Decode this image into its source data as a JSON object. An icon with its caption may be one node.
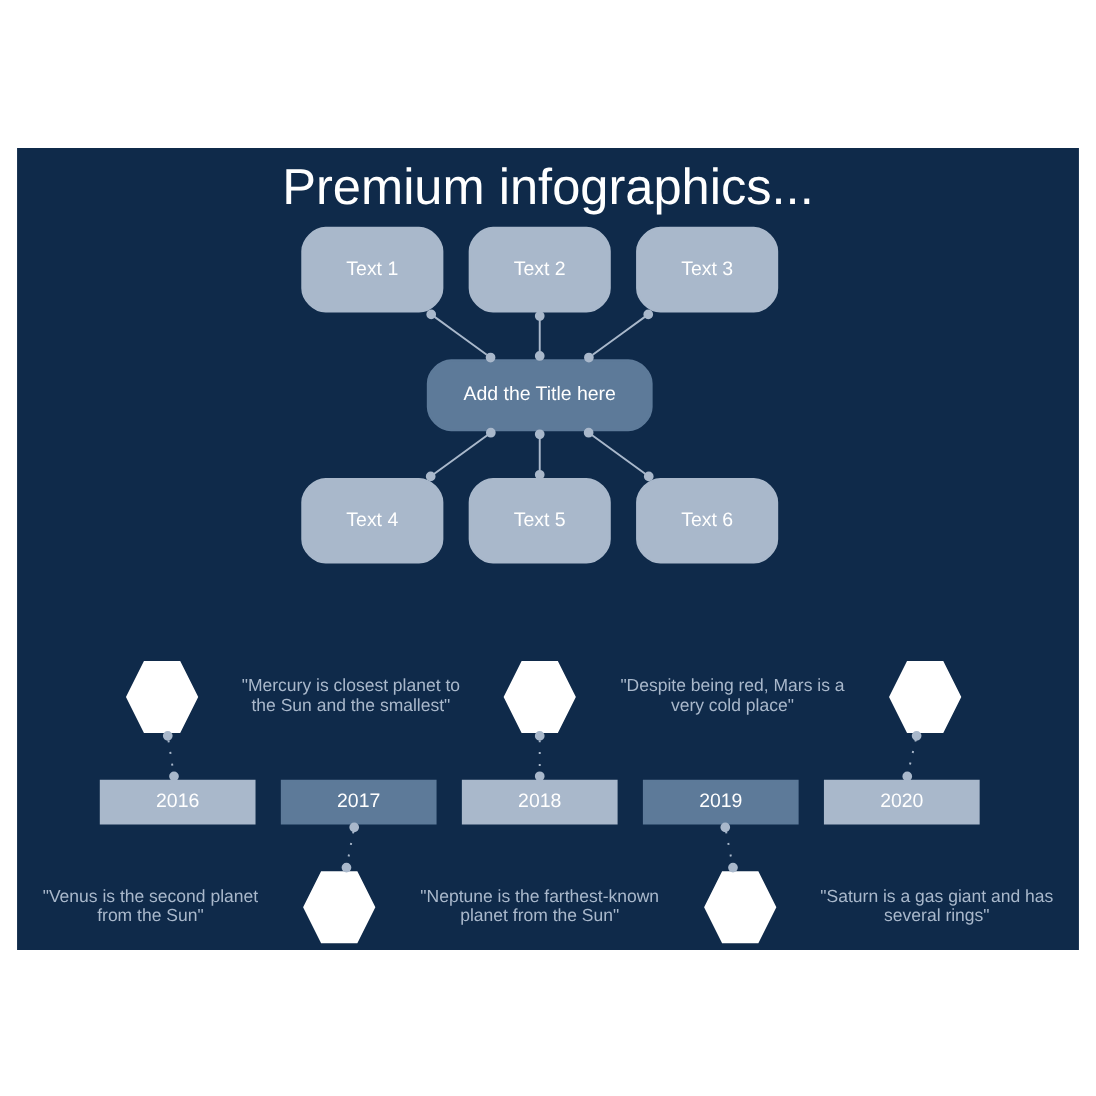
{
  "diagram": {
    "title": "Premium infographics...",
    "nodes": [
      {
        "text": [
          "Text 1"
        ]
      },
      {
        "text": [
          "Text 2"
        ]
      },
      {
        "text": [
          "Text 3"
        ]
      },
      {
        "text": [
          "Add the Title here"
        ]
      },
      {
        "text": [
          "Text 4"
        ]
      },
      {
        "text": [
          "Text 5"
        ]
      },
      {
        "text": [
          "Text 6"
        ]
      },
      {
        "text": [],
        "shape": "hexagon"
      },
      {
        "text": [],
        "shape": "hexagon"
      },
      {
        "text": [],
        "shape": "hexagon"
      },
      {
        "text": [
          "2016"
        ]
      },
      {
        "text": [
          "2017"
        ]
      },
      {
        "text": [
          "2018"
        ]
      },
      {
        "text": [
          "2019"
        ]
      },
      {
        "text": [
          "2020"
        ]
      },
      {
        "text": [],
        "shape": "hexagon"
      },
      {
        "text": [],
        "shape": "hexagon"
      }
    ],
    "edges": [
      {
        "from": 0,
        "to": 3,
        "arrow": "other"
      },
      {
        "from": 1,
        "to": 3,
        "arrow": "other"
      },
      {
        "from": 2,
        "to": 3,
        "arrow": "other"
      },
      {
        "from": 3,
        "to": 4,
        "arrow": "other"
      },
      {
        "from": 3,
        "to": 5,
        "arrow": "other"
      },
      {
        "from": 3,
        "to": 6,
        "arrow": "other"
      },
      {
        "from": 7,
        "to": 10,
        "arrow": "other",
        "style": "dashed"
      },
      {
        "from": 8,
        "to": 12,
        "arrow": "other",
        "style": "dashed"
      },
      {
        "from": 9,
        "to": 14,
        "arrow": "other",
        "style": "dashed"
      },
      {
        "from": 11,
        "to": 15,
        "arrow": "other",
        "style": "dashed"
      },
      {
        "from": 13,
        "to": 16,
        "arrow": "other",
        "style": "dashed"
      }
    ],
    "labels": [
      "\"Mercury is closest planet to the Sun and the smallest\"",
      "\"Despite being red, Mars is a very cold place\"",
      "\"Venus is the second planet from the Sun\"",
      "\"Neptune is the farthest-known planet from the Sun\"",
      "\"Saturn is a gas giant and has several rings\""
    ]
  }
}
